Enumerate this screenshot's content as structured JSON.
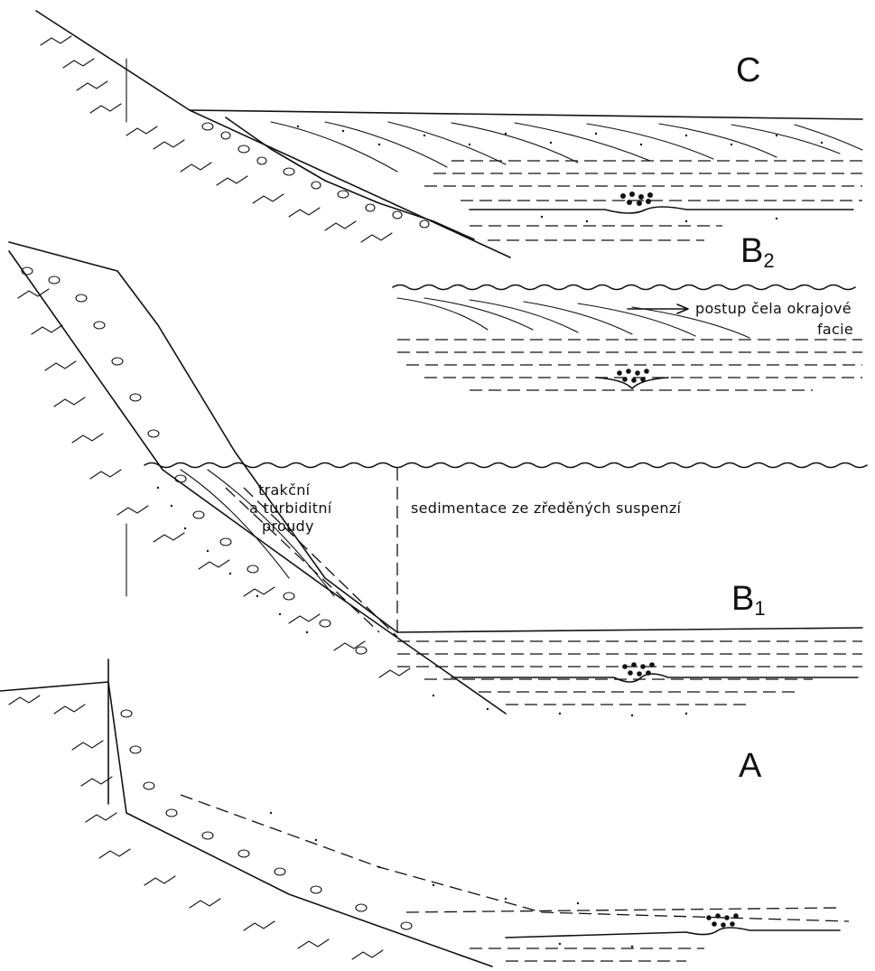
{
  "panels": {
    "c": {
      "label": "C"
    },
    "b2": {
      "label": "B",
      "subscript": "2"
    },
    "b1": {
      "label": "B",
      "subscript": "1"
    },
    "a": {
      "label": "A"
    }
  },
  "annotations": {
    "arrow_line1": "postup čela okrajové",
    "arrow_line2": "facie",
    "traction_line1": "trakční",
    "traction_line2": "a turbiditní",
    "traction_line3": "proudy",
    "dilute_suspension": "sedimentace ze zředěných suspenzí"
  }
}
